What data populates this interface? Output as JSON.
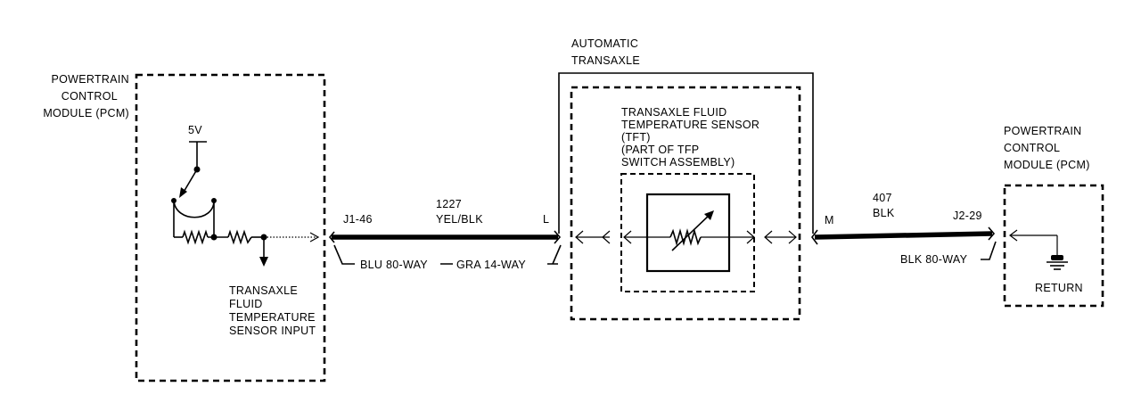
{
  "labels": {
    "pcm_left": [
      "POWERTRAIN",
      "CONTROL",
      "MODULE (PCM)"
    ],
    "five_volt": "5V",
    "tft_input": [
      "TRANSAXLE",
      "FLUID",
      "TEMPERATURE",
      "SENSOR INPUT"
    ],
    "pin_j1": "J1-46",
    "circuit_1": [
      "1227",
      "YEL/BLK"
    ],
    "pin_l": "L",
    "conn_blu": "BLU 80-WAY",
    "conn_gra": "GRA 14-WAY",
    "transaxle": [
      "AUTOMATIC",
      "TRANSAXLE"
    ],
    "tft_sensor": [
      "TRANSAXLE FLUID",
      "TEMPERATURE SENSOR",
      "(TFT)",
      "(PART OF TFP",
      "SWITCH ASSEMBLY)"
    ],
    "pin_m": "M",
    "circuit_2": [
      "407",
      "BLK"
    ],
    "pin_j2": "J2-29",
    "conn_blk": "BLK 80-WAY",
    "pcm_right": [
      "POWERTRAIN",
      "CONTROL",
      "MODULE (PCM)"
    ],
    "return": "RETURN"
  },
  "icons": [
    "resistor",
    "thermistor",
    "ground",
    "switch",
    "connector-chevron"
  ],
  "colors": {
    "line": "#000000",
    "background": "#ffffff"
  }
}
